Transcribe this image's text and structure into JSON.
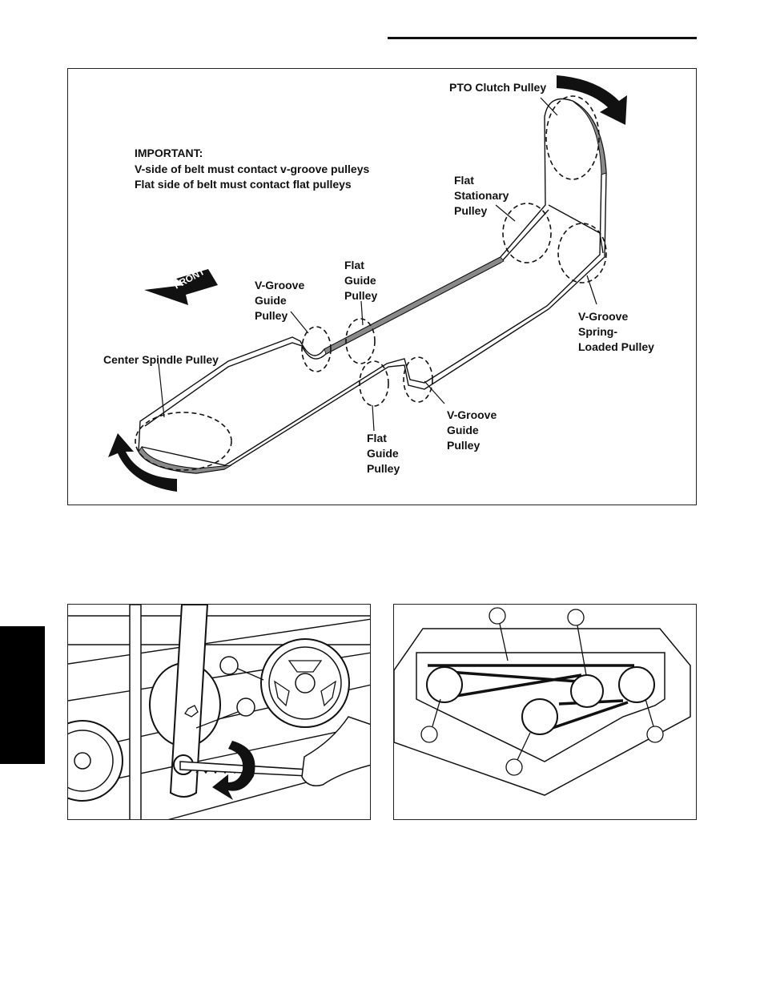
{
  "figure1": {
    "important_heading": "IMPORTANT:",
    "important_line1": "V-side of belt must contact v-groove pulleys",
    "important_line2": "Flat side of belt must contact flat pulleys",
    "front_arrow": "FRONT",
    "labels": {
      "pto_clutch": "PTO Clutch Pulley",
      "flat_stationary": [
        "Flat",
        "Stationary",
        "Pulley"
      ],
      "vgroove_spring": [
        "V-Groove",
        "Spring-",
        "Loaded Pulley"
      ],
      "vgroove_guide_upper": [
        "V-Groove",
        "Guide",
        "Pulley"
      ],
      "flat_guide_upper": [
        "Flat",
        "Guide",
        "Pulley"
      ],
      "center_spindle": "Center Spindle Pulley",
      "flat_guide_lower": [
        "Flat",
        "Guide",
        "Pulley"
      ],
      "vgroove_guide_lower": [
        "V-Groove",
        "Guide",
        "Pulley"
      ]
    }
  },
  "colors": {
    "ink": "#111111",
    "belt_shade": "#8a8a8a",
    "tab": "#000000"
  }
}
